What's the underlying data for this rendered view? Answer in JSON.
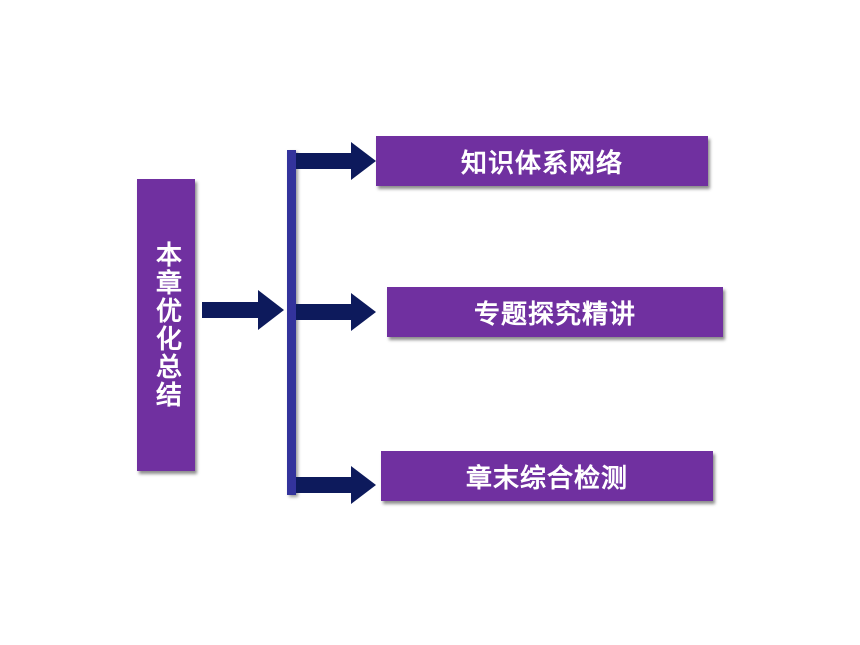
{
  "main_box": {
    "label": "本章优化总结"
  },
  "items": [
    {
      "label": "知识体系网络"
    },
    {
      "label": "专题探究精讲"
    },
    {
      "label": "章末综合检测"
    }
  ],
  "colors": {
    "box_fill": "#7030a0",
    "arrow_fill": "#0d1a5c",
    "bracket_fill": "#33339c",
    "text": "#ffffff"
  }
}
